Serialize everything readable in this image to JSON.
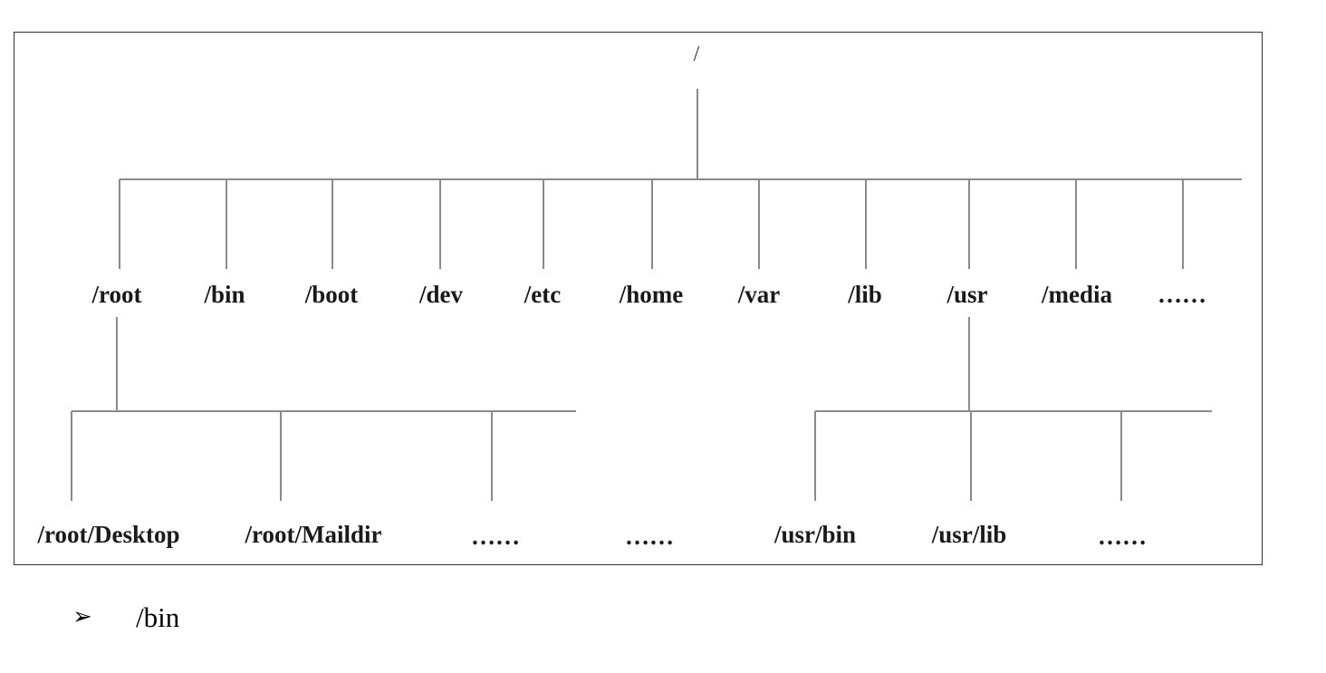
{
  "diagram": {
    "root": "/",
    "level1": [
      "/root",
      "/bin",
      "/boot",
      "/dev",
      "/etc",
      "/home",
      "/var",
      "/lib",
      "/usr",
      "/media",
      "……"
    ],
    "root_children": [
      "/root/Desktop",
      "/root/Maildir",
      "……",
      "……"
    ],
    "usr_children": [
      "/usr/bin",
      "/usr/lib",
      "……"
    ]
  },
  "bullet": {
    "icon": "arrowhead-bullet-icon",
    "symbol": "➢",
    "text": "/bin"
  }
}
